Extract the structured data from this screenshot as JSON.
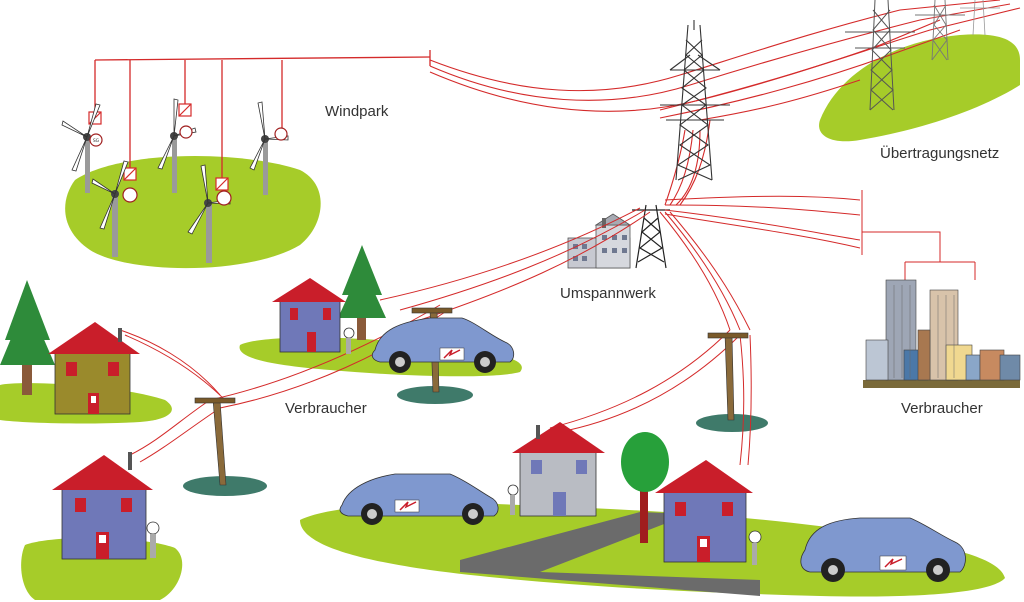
{
  "labels": {
    "windpark": "Windpark",
    "transmission": "Übertragungsnetz",
    "substation": "Umspannwerk",
    "consumer_left": "Verbraucher",
    "consumer_right": "Verbraucher"
  },
  "icons": {
    "converter_badge": "SG"
  },
  "colors": {
    "line_red": "#d42a2a",
    "grass": "#a6cc29",
    "grass_dark": "#8cb51c",
    "pole_shadow": "#3f7a6a",
    "house_blue": "#6f78b8",
    "house_olive": "#9a8a2c",
    "house_grey": "#b9bcc3",
    "roof_red": "#c91e2a",
    "car_blue": "#7f98cf",
    "road": "#6b6b6b",
    "tree_green": "#2e8b3a",
    "trunk": "#8a5a3a"
  }
}
